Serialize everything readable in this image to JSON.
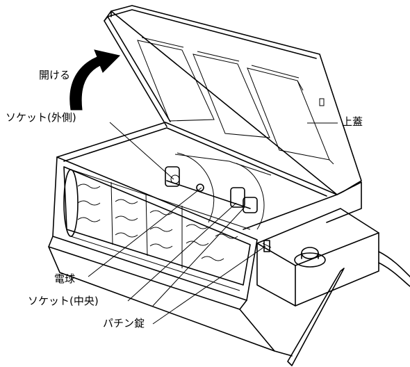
{
  "labels": {
    "open": "開ける",
    "socket_outer": "ソケット(外側)",
    "top_lid": "上蓋",
    "bulb": "電球",
    "socket_center": "ソケット(中央)",
    "latch": "パチン錠"
  }
}
